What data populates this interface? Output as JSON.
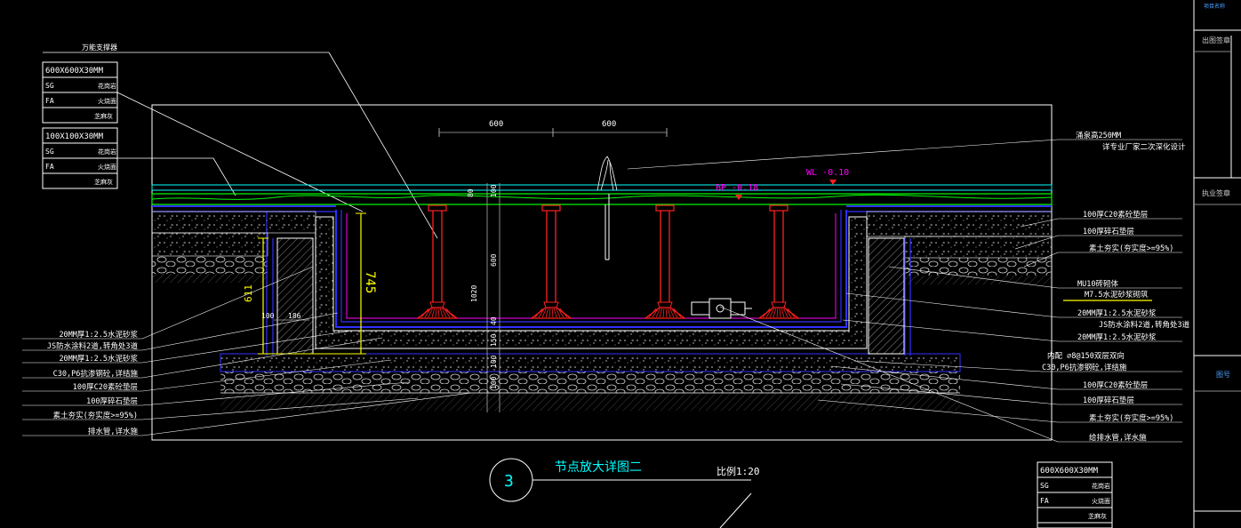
{
  "drawing": {
    "number": "3",
    "title": "节点放大详图二",
    "scale": "比例1:20"
  },
  "spec_tables": [
    {
      "size": "600X600X30MM",
      "rows": [
        {
          "code": "SG",
          "desc": "花岗岩"
        },
        {
          "code": "FA",
          "desc": "火烧面"
        },
        {
          "code": "",
          "desc": "芝麻灰"
        }
      ]
    },
    {
      "size": "100X100X30MM",
      "rows": [
        {
          "code": "SG",
          "desc": "花岗岩"
        },
        {
          "code": "FA",
          "desc": "火烧面"
        },
        {
          "code": "",
          "desc": "芝麻灰"
        }
      ]
    },
    {
      "size": "600X600X30MM",
      "rows": [
        {
          "code": "SG",
          "desc": "花岗岩"
        },
        {
          "code": "FA",
          "desc": "火烧面"
        },
        {
          "code": "",
          "desc": "芝麻灰"
        }
      ]
    }
  ],
  "top_label": "万能支撑器",
  "dims": {
    "span_1": "600",
    "span_2": "600",
    "depth": "745",
    "wall_h": "611",
    "d100": "100",
    "d186": "186",
    "v_80": "80",
    "v_100": "100",
    "v_600": "600",
    "v_40": "40",
    "v_1020": "1020",
    "v_150": "150",
    "v_100b": "100",
    "v_100c": "100"
  },
  "levels": {
    "wl": "WL -0.10",
    "bp": "BP -0.18"
  },
  "left_labels": [
    "20MM厚1:2.5水泥砂浆",
    "JS防水涂料2道,转角处3道",
    "20MM厚1:2.5水泥砂浆",
    "C30,P6抗渗钢砼,详结施",
    "100厚C20素砼垫层",
    "100厚碎石垫层",
    "素土夯实(夯实度>=95%)",
    "排水管,详水施"
  ],
  "right_labels": [
    "涌泉高250MM",
    "详专业厂家二次深化设计",
    "100厚C20素砼垫层",
    "100厚碎石垫层",
    "素土夯实(夯实度>=95%)",
    "MU10砖砌体",
    "M7.5水泥砂浆砌筑",
    "20MM厚1:2.5水泥砂浆",
    "JS防水涂料2道,转角处3道",
    "20MM厚1:2.5水泥砂浆",
    "内配 ∅8@150双层双向",
    "C30,P6抗渗钢砼,详结施",
    "100厚C20素砼垫层",
    "100厚碎石垫层",
    "素土夯实(夯实度>=95%)",
    "给排水管,详水施"
  ],
  "sidebar": {
    "top_text": "项目名称",
    "labels": [
      "出图签章",
      "执业签章",
      "图号"
    ]
  },
  "colors": {
    "bg": "#000000",
    "line": "#ffffff",
    "water": "#00ffff",
    "paving": "#00ff00",
    "waterproof": "#3030ff",
    "pedestal": "#ff2020",
    "accent": "#ff00ff",
    "dim_yellow": "#ffff00",
    "title_cyan": "#00ffff"
  }
}
